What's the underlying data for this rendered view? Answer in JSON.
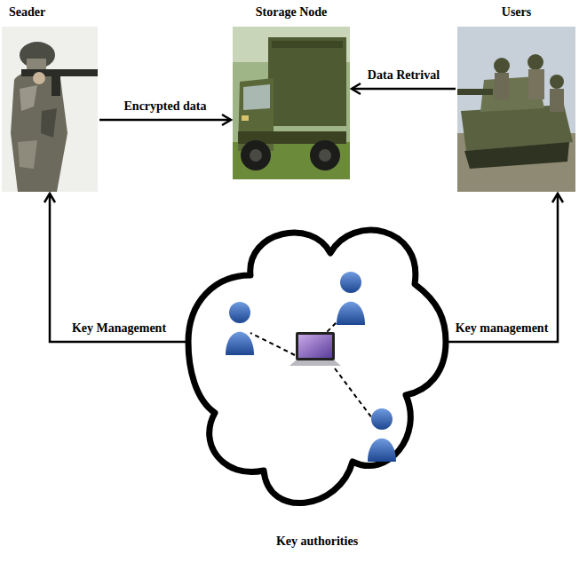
{
  "diagram": {
    "nodes": [
      {
        "text": [
          "Seader"
        ]
      },
      {
        "text": [
          "Storage Node"
        ]
      },
      {
        "text": [
          "Users"
        ]
      },
      {
        "text": [
          "Key authorities"
        ]
      }
    ],
    "edges": [
      {
        "from": 0,
        "to": 1,
        "arrow": "to",
        "label": "Encrypted data"
      },
      {
        "from": 2,
        "to": 1,
        "arrow": "to",
        "label": "Data Retrival"
      },
      {
        "from": 3,
        "to": 0,
        "arrow": "to",
        "label": "Key Management"
      },
      {
        "from": 3,
        "to": 2,
        "arrow": "to",
        "label": "Key management"
      }
    ]
  }
}
